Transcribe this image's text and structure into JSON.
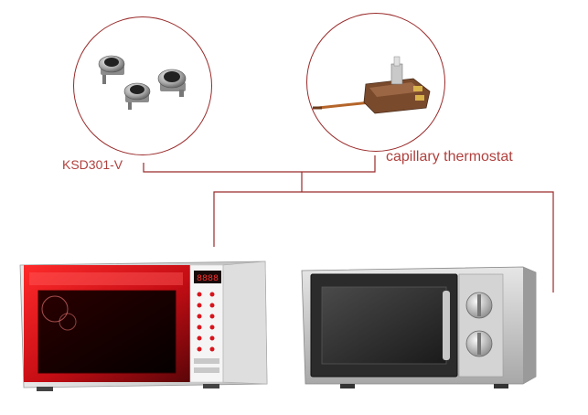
{
  "labels": {
    "left_product": "KSD301-V",
    "right_product": "capillary thermostat"
  },
  "microwave_left": {
    "display": "8888"
  },
  "colors": {
    "connector": "#9a2a2a",
    "label": "#b0413e",
    "microwave_red": "#d8141c"
  }
}
